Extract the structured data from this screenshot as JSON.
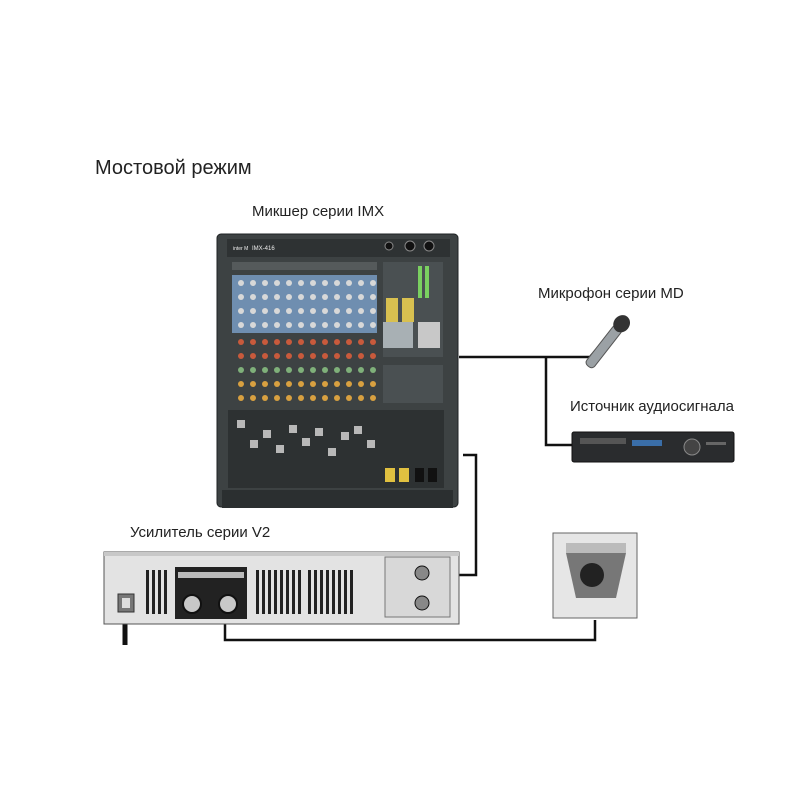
{
  "title": "Мостовой режим",
  "labels": {
    "mixer": "Микшер серии IMX",
    "microphone": "Микрофон серии MD",
    "audio_source": "Источник аудиосигнала",
    "amplifier": "Усилитель серии V2"
  },
  "mixer": {
    "brand": "inter M",
    "model": "IMX-416"
  },
  "colors": {
    "cable": "#111111",
    "mixer_body": "#3a3f40",
    "amp_body": "#e3e3e3",
    "speaker_body": "#e6e6e6"
  }
}
